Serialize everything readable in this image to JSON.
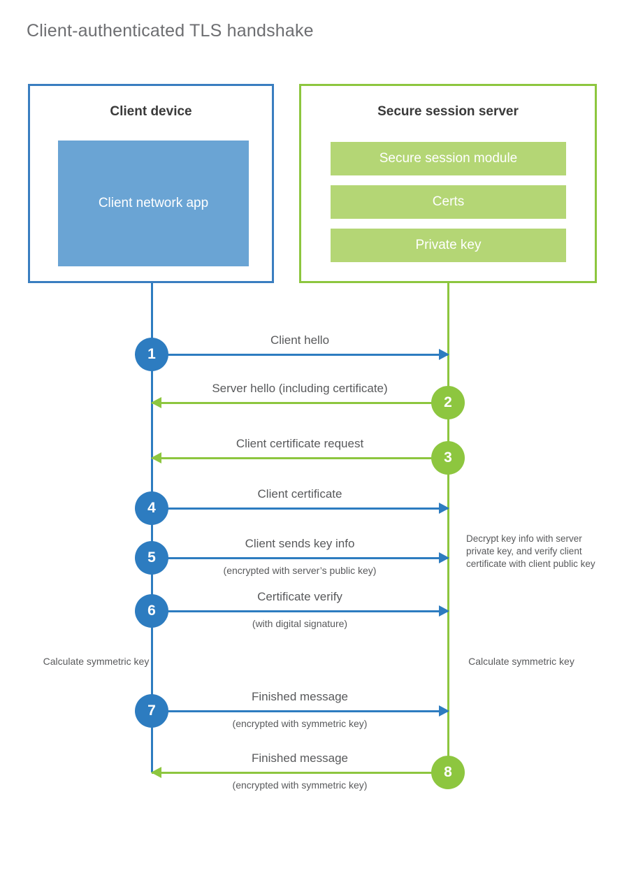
{
  "title": "Client-authenticated TLS handshake",
  "colors": {
    "client_blue": "#2d7cc0",
    "client_border": "#3a7ec0",
    "client_fill": "#6aa4d4",
    "server_green": "#8dc63f",
    "server_fill": "#b4d675",
    "text": "#58595b",
    "title_text": "#6d6e71"
  },
  "participants": {
    "client": {
      "title": "Client device",
      "app_label": "Client network app"
    },
    "server": {
      "title": "Secure session server",
      "modules": [
        "Secure session module",
        "Certs",
        "Private key"
      ]
    }
  },
  "messages": [
    {
      "number": "1",
      "label": "Client hello",
      "sublabel": "",
      "direction": "client-to-server",
      "color": "blue"
    },
    {
      "number": "2",
      "label": "Server hello (including certificate)",
      "sublabel": "",
      "direction": "server-to-client",
      "color": "green"
    },
    {
      "number": "3",
      "label": "Client certificate request",
      "sublabel": "",
      "direction": "server-to-client",
      "color": "green"
    },
    {
      "number": "4",
      "label": "Client certificate",
      "sublabel": "",
      "direction": "client-to-server",
      "color": "blue"
    },
    {
      "number": "5",
      "label": "Client sends key info",
      "sublabel": "(encrypted with server’s public key)",
      "direction": "client-to-server",
      "color": "blue"
    },
    {
      "number": "6",
      "label": "Certificate verify",
      "sublabel": "(with digital signature)",
      "direction": "client-to-server",
      "color": "blue"
    },
    {
      "number": "7",
      "label": "Finished message",
      "sublabel": "(encrypted with symmetric key)",
      "direction": "client-to-server",
      "color": "blue"
    },
    {
      "number": "8",
      "label": "Finished message",
      "sublabel": "(encrypted with symmetric key)",
      "direction": "server-to-client",
      "color": "green"
    }
  ],
  "annotations": {
    "server_decrypt": "Decrypt key info with server private key, and verify client certificate with client public key",
    "client_symmetric_key": "Calculate symmetric key",
    "server_symmetric_key": "Calculate symmetric key"
  }
}
